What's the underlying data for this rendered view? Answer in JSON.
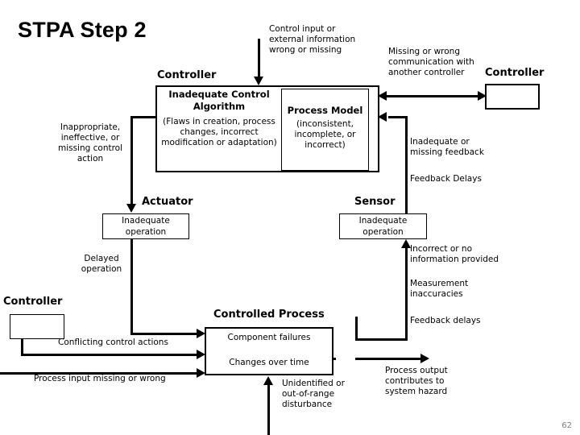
{
  "slide": {
    "title": "STPA Step 2",
    "page_number": "62"
  },
  "controller_main": {
    "heading": "Controller",
    "control_algorithm": {
      "title_line1": "Inadequate Control",
      "title_line2": "Algorithm",
      "body": "(Flaws in creation,\nprocess changes,\nincorrect modification\nor adaptation)"
    },
    "process_model": {
      "title": "Process Model",
      "body": "(inconsistent,\nincomplete, or\nincorrect)"
    }
  },
  "controller_other": {
    "heading": "Controller"
  },
  "controller_bottom_left": {
    "heading": "Controller"
  },
  "actuator": {
    "heading": "Actuator",
    "body": "Inadequate\noperation"
  },
  "sensor": {
    "heading": "Sensor",
    "body": "Inadequate\noperation"
  },
  "controlled_process": {
    "heading": "Controlled Process",
    "item1": "Component failures",
    "item2": "Changes over time"
  },
  "annotations": {
    "control_input": "Control input or\nexternal information\nwrong or missing",
    "missing_communication": "Missing or wrong\ncommunication with\nanother controller",
    "inadequate_control_action": "Inappropriate,\nineffective, or\nmissing control\naction",
    "inadequate_feedback": "Inadequate or\nmissing feedback",
    "feedback_delays_top": "Feedback Delays",
    "delayed_operation": "Delayed\noperation",
    "incorrect_info": "Incorrect or no\ninformation provided",
    "measurement_inaccuracies": "Measurement\ninaccuracies",
    "feedback_delays_bottom": "Feedback delays",
    "conflicting_control_actions": "Conflicting control actions",
    "process_input_missing": "Process input missing or wrong",
    "disturbance": "Unidentified or\nout-of-range\ndisturbance",
    "process_output": "Process output\ncontributes to\nsystem hazard"
  },
  "colors": {
    "stroke": "#000000",
    "background": "#ffffff",
    "page_number": "#7f7f7f"
  }
}
